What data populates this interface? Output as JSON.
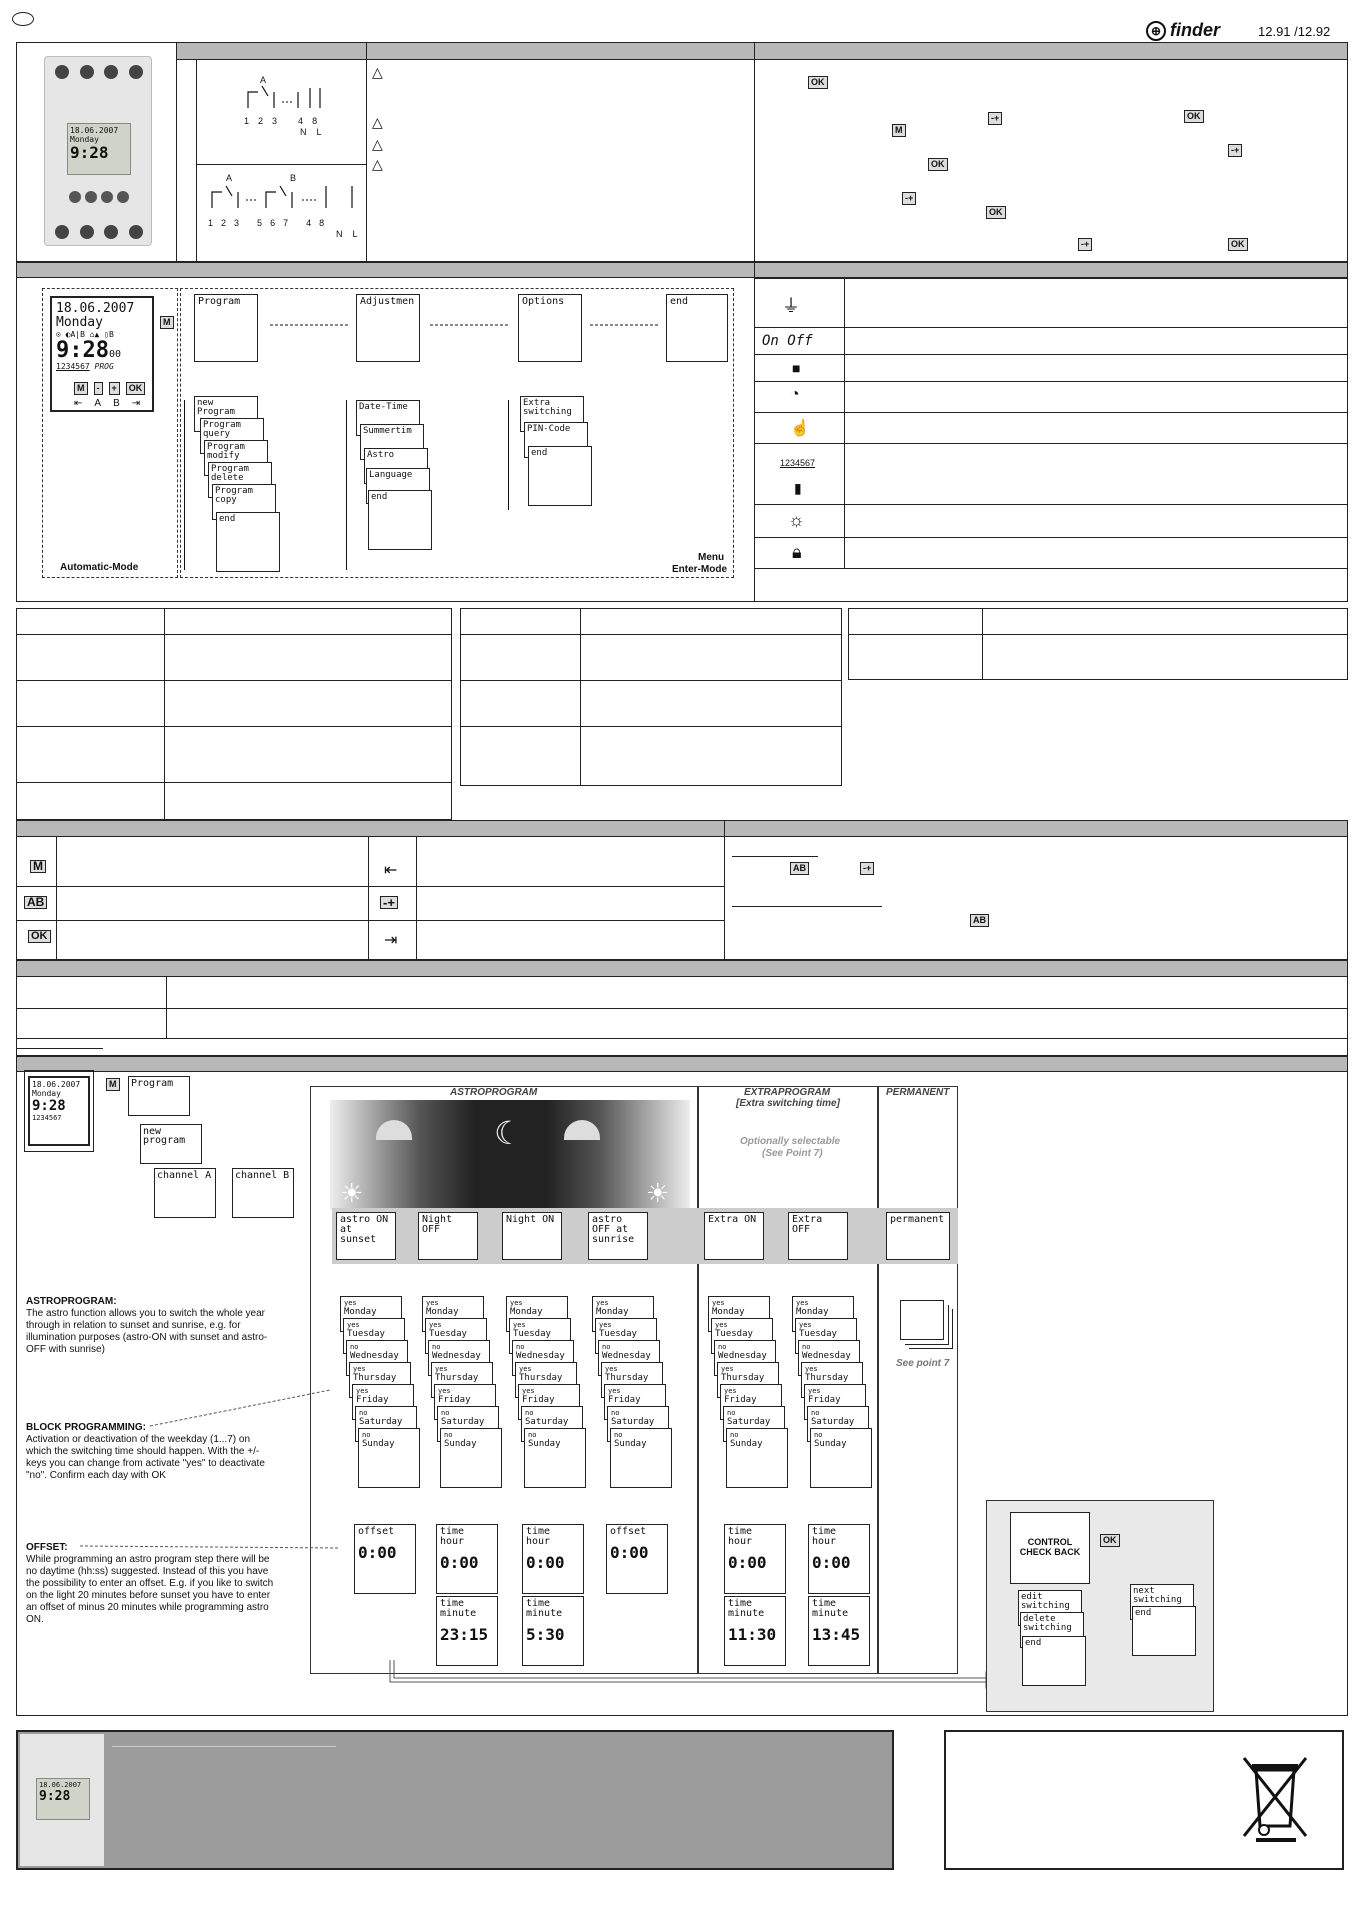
{
  "header": {
    "brand": "finder",
    "model": "12.91 /12.92"
  },
  "lcd_main": {
    "date": "18.06.2007",
    "day": "Monday",
    "time": "9:28",
    "seconds": "00",
    "days_row": "1234567",
    "prog": "PROG",
    "buttons": [
      "M",
      "-",
      "+",
      "OK"
    ],
    "arrows": [
      "⇤",
      "A",
      "B",
      "⇥"
    ]
  },
  "wiring": {
    "a_label": "A",
    "b_label": "B",
    "terms_91": [
      "1",
      "2",
      "3",
      "4",
      "8"
    ],
    "terms_92": [
      "1",
      "2",
      "3",
      "5",
      "6",
      "7",
      "4",
      "8"
    ],
    "n_l": [
      "N",
      "L"
    ]
  },
  "keys": {
    "ok": "OK",
    "m": "M",
    "minus_plus": "-+",
    "ab": "AB"
  },
  "menu": {
    "top": [
      "Program",
      "Adjustmen",
      "Options",
      "end"
    ],
    "program_items": [
      "new Program",
      "Program query",
      "Program modify",
      "Program delete",
      "Program copy",
      "end"
    ],
    "adjust_items": [
      "Date-Time",
      "Summertim",
      "Astro",
      "Language",
      "end"
    ],
    "options_items": [
      "Extra switching",
      "PIN-Code",
      "end"
    ],
    "automatic_mode": "Automatic-Mode",
    "menu_label": "Menu",
    "enter_mode": "Enter-Mode"
  },
  "symbols": {
    "on": "On",
    "off": "Off",
    "days": "1234567"
  },
  "flow": {
    "section_astro": "ASTROPROGRAM",
    "section_extra": "EXTRAPROGRAM",
    "extra_sub": "[Extra switching time]",
    "section_perm": "PERMANENT",
    "optional": "Optionally selectable",
    "see_point": "(See Point 7)",
    "see_point7": "See point 7",
    "prog": "Program",
    "new_prog": "new program",
    "channel_a": "channel A",
    "channel_b": "channel B",
    "steps": [
      "astro ON at sunset",
      "Night OFF",
      "Night ON",
      "astro OFF at sunrise",
      "Extra ON",
      "Extra OFF",
      "permanent"
    ],
    "days": [
      {
        "pre": "yes",
        "day": "Monday"
      },
      {
        "pre": "yes",
        "day": "Tuesday"
      },
      {
        "pre": "no",
        "day": "Wednesday"
      },
      {
        "pre": "yes",
        "day": "Thursday"
      },
      {
        "pre": "yes",
        "day": "Friday"
      },
      {
        "pre": "no",
        "day": "Saturday"
      },
      {
        "pre": "no",
        "day": "Sunday"
      }
    ],
    "offset": "offset",
    "time_hour": "time hour",
    "time_minute": "time minute",
    "zero": "0:00",
    "minutes": [
      "23:15",
      "5:30",
      "11:30",
      "13:45"
    ],
    "control": "CONTROL CHECK BACK",
    "edit": "edit switching",
    "delete": "delete switching",
    "next": "next switching",
    "end": "end"
  },
  "notes": {
    "astro_title": "ASTROPROGRAM:",
    "astro_text": "The astro function allows you to switch the whole year through in relation to sunset and sunrise, e.g. for illumination purposes (astro-ON with sunset and astro-OFF with sunrise)",
    "block_title": "BLOCK PROGRAMMING:",
    "block_text": "Activation or deactivation of the weekday (1...7) on which the switching time should happen. With the +/- keys you can change from activate \"yes\" to deactivate \"no\". Confirm each day with OK",
    "offset_title": "OFFSET:",
    "offset_text": "While programming an astro program step there will be no daytime (hh:ss) suggested. Instead of this you have the possibility to enter an offset. E.g. if you like to switch on the light 20 minutes before sunset you have to enter an offset of minus 20 minutes while programming astro ON."
  }
}
